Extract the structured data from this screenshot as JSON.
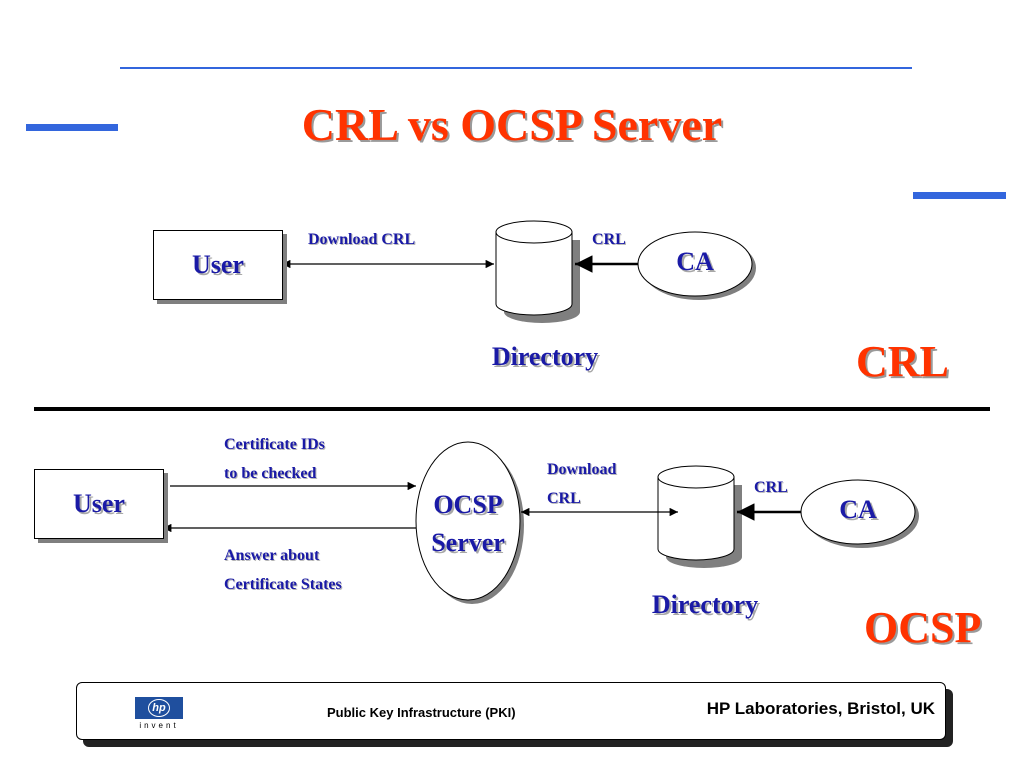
{
  "slide": {
    "title": "CRL vs OCSP Server"
  },
  "crl_section": {
    "label": "CRL",
    "user": "User",
    "ca": "CA",
    "directory": "Directory",
    "edge_download_crl": "Download CRL",
    "edge_crl": "CRL"
  },
  "ocsp_section": {
    "label": "OCSP",
    "user": "User",
    "ocsp_server_line1": "OCSP",
    "ocsp_server_line2": "Server",
    "ca": "CA",
    "directory": "Directory",
    "edge_cert_ids_line1": "Certificate IDs",
    "edge_cert_ids_line2": "to be checked",
    "edge_answer_line1": "Answer about",
    "edge_answer_line2": "Certificate States",
    "edge_download_line1": "Download",
    "edge_download_line2": "CRL",
    "edge_crl": "CRL"
  },
  "footer": {
    "logo_mark": "hp",
    "logo_text": "invent",
    "center_text": "Public Key Infrastructure (PKI)",
    "right_text": "HP Laboratories, Bristol, UK"
  },
  "colors": {
    "title_red": "#ff3300",
    "label_blue": "#1a1aa6",
    "accent_bar_blue": "#3366dd",
    "hp_blue": "#1f4f9e"
  }
}
